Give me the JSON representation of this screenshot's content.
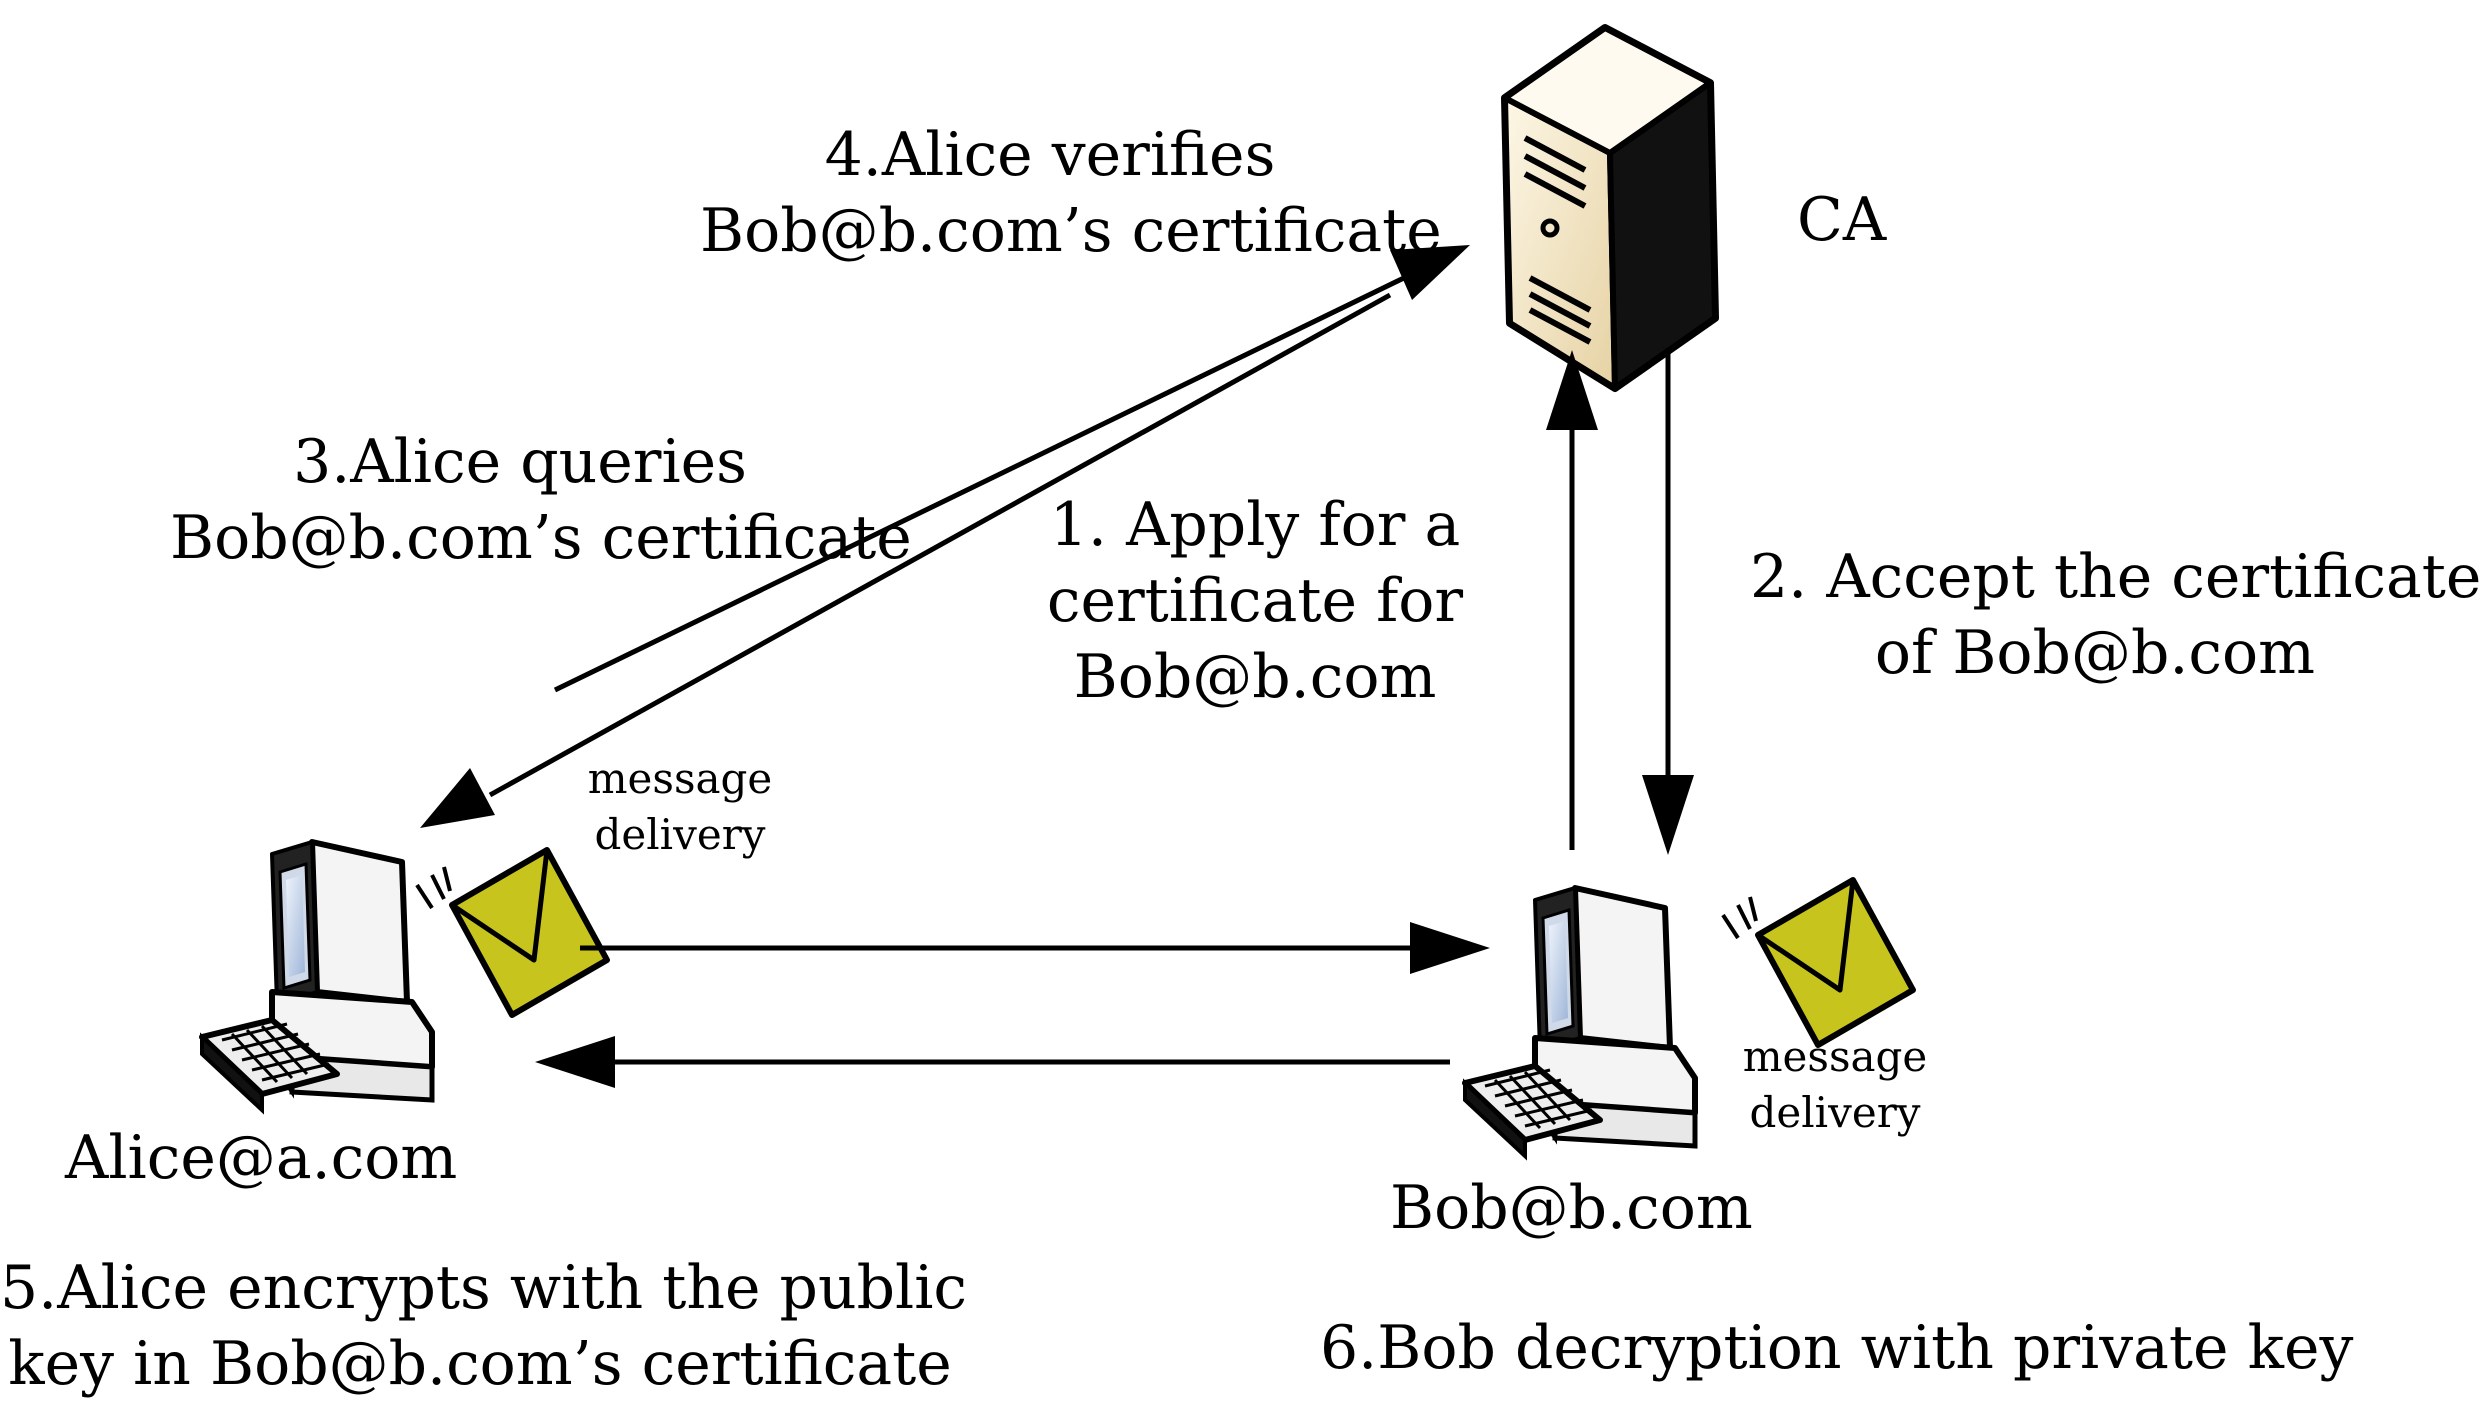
{
  "nodes": {
    "ca": {
      "label": "CA",
      "icon": "server-icon"
    },
    "alice": {
      "label": "Alice@a.com",
      "icon": "computer-icon"
    },
    "bob": {
      "label": "Bob@b.com",
      "icon": "computer-icon"
    }
  },
  "steps": {
    "step1": {
      "line1": "1. Apply for a",
      "line2": "certificate for",
      "line3": "Bob@b.com"
    },
    "step2": {
      "line1": "2. Accept the certificate",
      "line2": "of Bob@b.com"
    },
    "step3": {
      "line1": "3.Alice queries",
      "line2": "Bob@b.com’s certificate"
    },
    "step4": {
      "line1": "4.Alice verifies",
      "line2": "Bob@b.com’s certificate"
    },
    "step5": {
      "line1": "5.Alice encrypts with the public",
      "line2": "key in Bob@b.com’s certificate"
    },
    "step6": {
      "line1": "6.Bob decryption with private key"
    }
  },
  "messages": {
    "alice_side": {
      "line1": "message",
      "line2": "delivery",
      "icon": "envelope-icon"
    },
    "bob_side": {
      "line1": "message",
      "line2": "delivery",
      "icon": "envelope-icon"
    }
  },
  "colors": {
    "envelope": "#c8c41e",
    "server_body": "#f3e6c8",
    "monitor_screen": "#c9d8ec",
    "line": "#000000"
  }
}
